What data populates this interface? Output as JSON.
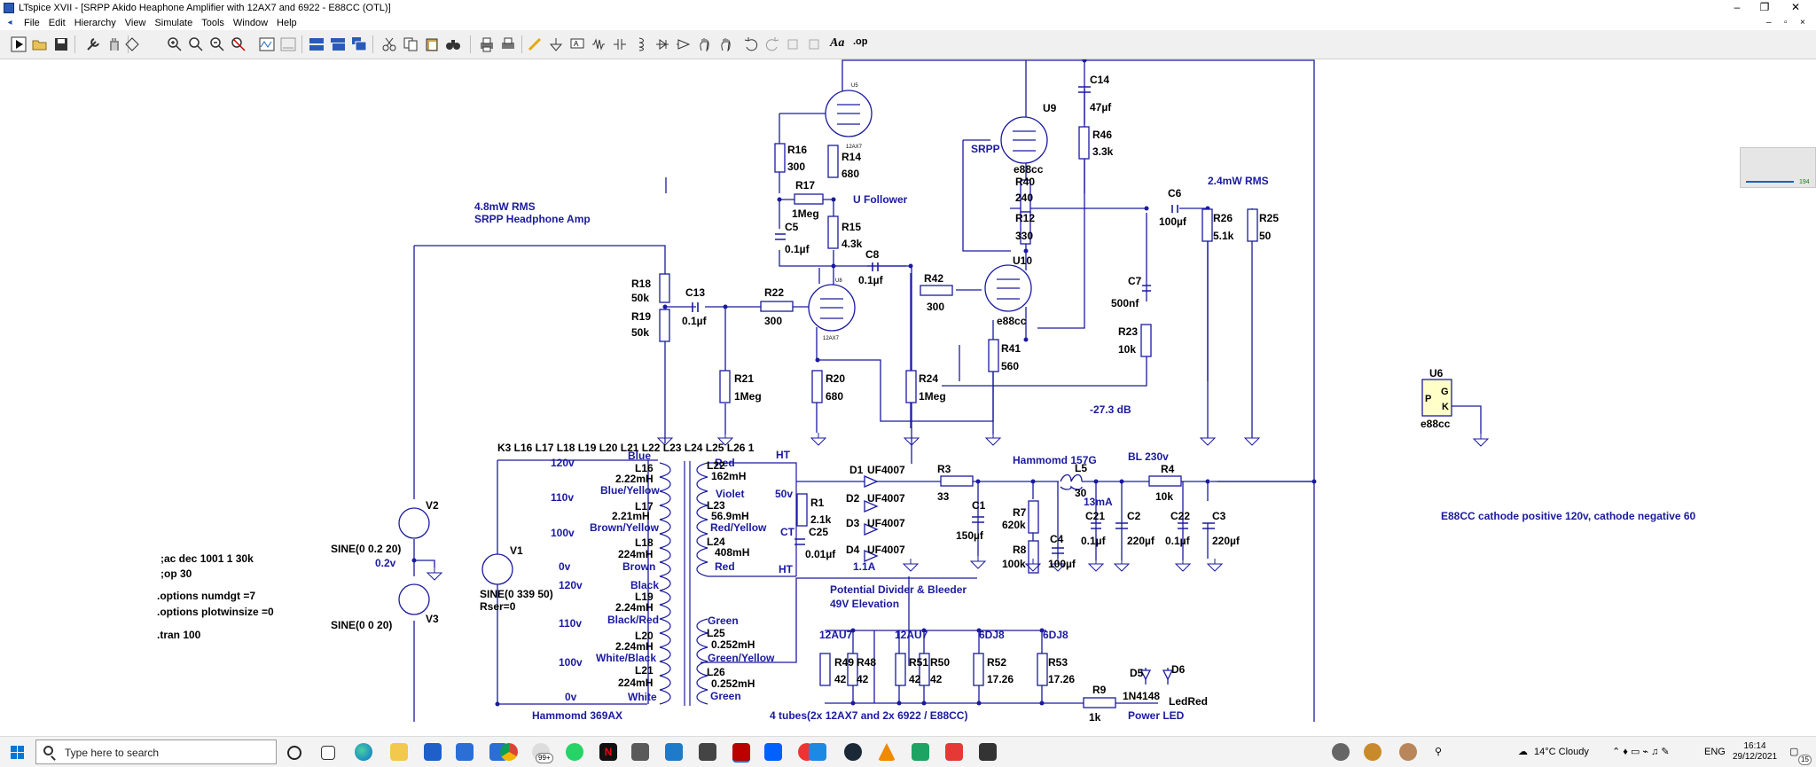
{
  "window": {
    "title": "LTspice XVII - [SRPP Akido Heaphone Amplifier with 12AX7 and 6922 - E88CC (OTL)]",
    "controls": {
      "minimize": "–",
      "maximize": "❐",
      "close": "✕"
    }
  },
  "menu": {
    "items": [
      "File",
      "Edit",
      "Hierarchy",
      "View",
      "Simulate",
      "Tools",
      "Window",
      "Help"
    ],
    "mdi": {
      "minimize": "–",
      "restore": "▫",
      "close": "×"
    }
  },
  "toolbar": {
    "icons": [
      "run-icon",
      "open-icon",
      "save-icon",
      "control-panel-icon",
      "halt-icon",
      "pan-icon",
      "zoom-in-icon",
      "zoom-fit-icon",
      "zoom-out-icon",
      "zoom-cancel-icon",
      "waveform-icon",
      "autorange-icon",
      "tile-horizontal-icon",
      "tile-vertical-icon",
      "cascade-icon",
      "cut-icon",
      "copy-icon",
      "paste-icon",
      "find-icon",
      "print-icon",
      "print-setup-icon",
      "wire-icon",
      "ground-icon",
      "label-net-icon",
      "resistor-icon",
      "capacitor-icon",
      "inductor-icon",
      "diode-icon",
      "component-icon",
      "move-icon",
      "drag-icon",
      "undo-icon",
      "redo-icon",
      "rotate-icon",
      "mirror-icon",
      "text-icon",
      "spice-directive-icon"
    ],
    "text_button": "Aa",
    "spice_button": ".op"
  },
  "schematic": {
    "texts": {
      "power_note_1": "4.8mW RMS",
      "amp_title": "SRPP Headphone Amp",
      "power_note_2": "2.4mW RMS",
      "u_follower": "U Follower",
      "srpp": "SRPP",
      "db_note": "-27.3 dB",
      "hammond_157g": "Hammomd 157G",
      "bl_230v": "BL 230v",
      "ht1": "HT",
      "ht2": "HT",
      "ct": "CT",
      "v50": "50v",
      "divider_note": "Potential Divider & Bleeder",
      "elevation_note": "49V Elevation",
      "tubes_note": "4 tubes(2x 12AX7 and 2x 6922 / E88CC)",
      "power_led": "Power LED",
      "hammond_369ax": "Hammomd 369AX",
      "cathode_note": "E88CC cathode positive 120v, cathode negative 60",
      "coupling": "K3 L16 L17 L18 L19 L20 L21 L22 L23 L24 L25 L26 1",
      "dir_ac": ";ac dec 1001 1 30k",
      "dir_op": ";op 30",
      "dir_numdgt": ".options numdgt =7",
      "dir_plotwin": ".options plotwinsize =0",
      "dir_tran": ".tran 100",
      "v2_name": "V2",
      "v2_value": "SINE(0 0.2 20)",
      "v2_amp": "0.2v",
      "v3_name": "V3",
      "v3_value": "SINE(0 0 20)",
      "v1_name": "V1",
      "v1_value": "SINE(0 339 50)",
      "v1_rser": "Rser=0",
      "u6_name": "U6",
      "u6_value": "e88cc",
      "u6_p": "P",
      "u6_g": "G",
      "u6_k": "K",
      "u5_small": "U5",
      "u5_type": "12AX7",
      "u8_small": "U8",
      "u8_type": "12AX7",
      "u9_name": "U9",
      "u9_value": "e88cc",
      "u10_name": "U10",
      "u10_value": "e88cc",
      "tap120": "120v",
      "tap110": "110v",
      "tap100": "100v",
      "tap0": "0v",
      "tap120b": "120v",
      "tap110b": "110v",
      "tap100b": "100v",
      "tap0b": "0v",
      "w_blue": "Blue",
      "w_blue_yellow": "Blue/Yellow",
      "w_brown_yellow": "Brown/Yellow",
      "w_brown": "Brown",
      "w_black": "Black",
      "w_black_red": "Black/Red",
      "w_white_black": "White/Black",
      "w_white": "White",
      "w_red": "Red",
      "w_violet": "Violet",
      "w_red_yellow": "Red/Yellow",
      "w_red2": "Red",
      "w_green": "Green",
      "w_green_yellow": "Green/Yellow",
      "w_green2": "Green",
      "l16": "L16",
      "l16v": "2.22mH",
      "l17": "L17",
      "l17v": "2.21mH",
      "l18": "L18",
      "l18v": "224mH",
      "l19": "L19",
      "l19v": "2.24mH",
      "l20": "L20",
      "l20v": "2.24mH",
      "l21": "L21",
      "l21v": "224mH",
      "l22": "L22",
      "l22v": "162mH",
      "l23": "L23",
      "l23v": "56.9mH",
      "l24": "L24",
      "l24v": "408mH",
      "l25": "L25",
      "l25v": "0.252mH",
      "l26": "L26",
      "l26v": "0.252mH",
      "l5": "L5",
      "l5v": "30",
      "l5i": "13mA",
      "r1": "R1",
      "r1v": "2.1k",
      "r3": "R3",
      "r3v": "33",
      "r4": "R4",
      "r4v": "10k",
      "r7": "R7",
      "r7v": "620k",
      "r8": "R8",
      "r8v": "100k",
      "r9": "R9",
      "r9v": "1k",
      "r12": "R12",
      "r12v": "330",
      "r14": "R14",
      "r14v": "680",
      "r15": "R15",
      "r15v": "4.3k",
      "r16": "R16",
      "r16v": "300",
      "r17": "R17",
      "r17v": "1Meg",
      "r18": "R18",
      "r18v": "50k",
      "r19": "R19",
      "r19v": "50k",
      "r20": "R20",
      "r20v": "680",
      "r21": "R21",
      "r21v": "1Meg",
      "r22": "R22",
      "r22v": "300",
      "r23": "R23",
      "r23v": "10k",
      "r24": "R24",
      "r24v": "1Meg",
      "r25": "R25",
      "r25v": "50",
      "r26": "R26",
      "r26v": "5.1k",
      "r40": "R40",
      "r40v": "240",
      "r41": "R41",
      "r41v": "560",
      "r42": "R42",
      "r42v": "300",
      "r46": "R46",
      "r46v": "3.3k",
      "r48": "R48",
      "r48v": "42",
      "r49": "R49",
      "r49v": "42",
      "r50": "R50",
      "r50v": "42",
      "r51": "R51",
      "r51v": "42",
      "r52": "R52",
      "r52v": "17.26",
      "r53": "R53",
      "r53v": "17.26",
      "c1": "C1",
      "c1v": "150µf",
      "c2": "C2",
      "c2v": "220µf",
      "c3": "C3",
      "c3v": "220µf",
      "c4": "C4",
      "c4v": "100µf",
      "c5": "C5",
      "c5v": "0.1µf",
      "c6": "C6",
      "c6v": "100µf",
      "c7": "C7",
      "c7v": "500nf",
      "c8": "C8",
      "c8v": "0.1µf",
      "c13": "C13",
      "c13v": "0.1µf",
      "c14": "C14",
      "c14v": "47µf",
      "c21": "C21",
      "c21v": "0.1µf",
      "c22": "C22",
      "c22v": "0.1µf",
      "c25": "C25",
      "c25v": "0.01µf",
      "d1": "D1",
      "d1v": "UF4007",
      "d2": "D2",
      "d2v": "UF4007",
      "d3": "D3",
      "d3v": "UF4007",
      "d4": "D4",
      "d4v": "UF4007",
      "d1a": "1.1A",
      "d5": "D5",
      "d5v": "1N4148",
      "d6": "D6",
      "d6v": "LedRed",
      "tube_a": "12AU7",
      "tube_b": "12AU7",
      "tube_c": "6DJ8",
      "tube_d": "6DJ8"
    }
  },
  "thumbnail": {
    "label": "194"
  },
  "taskbar": {
    "search_placeholder": "Type here to search",
    "mail_badge": "99+",
    "netflix_letter": "N",
    "weather": "14°C  Cloudy",
    "lang": "ENG",
    "time": "16:14",
    "date": "29/12/2021",
    "notif_count": "15"
  }
}
